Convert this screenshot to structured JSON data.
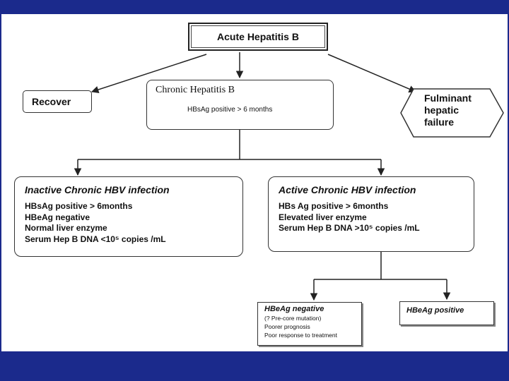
{
  "nodes": {
    "acute": {
      "label": "Acute Hepatitis B"
    },
    "recover": {
      "label": "Recover"
    },
    "chronic": {
      "title": "Chronic Hepatitis B",
      "criteria": "HBsAg positive > 6 months"
    },
    "fulminant": {
      "lines": [
        "Fulminant",
        "hepatic",
        "failure"
      ]
    },
    "inactive": {
      "title": "Inactive Chronic HBV infection",
      "lines": [
        "HBsAg positive > 6months",
        "HBeAg negative",
        "Normal liver enzyme",
        "Serum Hep B DNA <10⁵ copies /mL"
      ]
    },
    "active": {
      "title": "Active Chronic HBV infection",
      "lines": [
        "HBs Ag positive > 6months",
        "Elevated liver enzyme",
        "Serum Hep B DNA >10⁵ copies /mL"
      ]
    },
    "hbeag_negative": {
      "title": "HBeAg negative",
      "lines": [
        "(? Pre-core mutation)",
        "Poorer prognosis",
        "Poor response to treatment"
      ]
    },
    "hbeag_positive": {
      "label": "HBeAg positive"
    }
  },
  "colors": {
    "frame": "#1b2a8c",
    "canvas": "#ffffff",
    "line": "#222222"
  }
}
